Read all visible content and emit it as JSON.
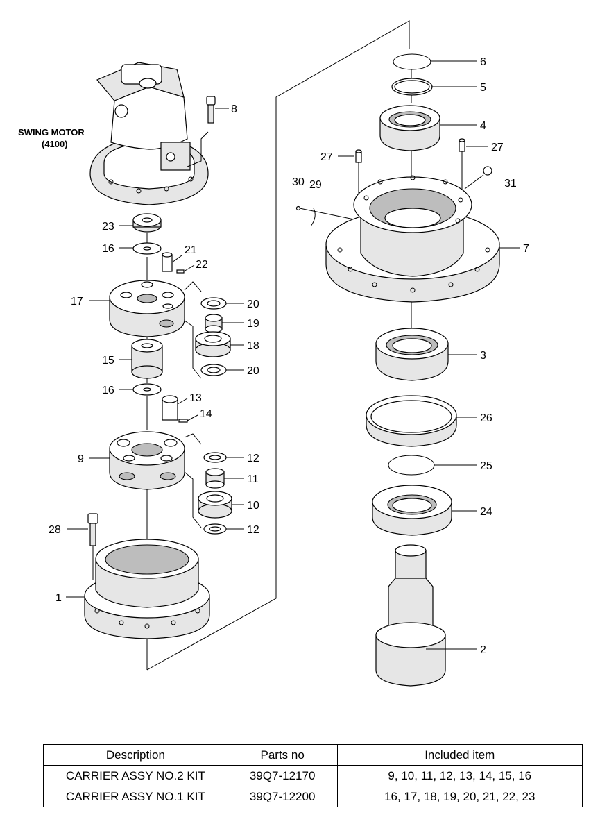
{
  "motor": {
    "label_line1": "SWING MOTOR",
    "label_line2": "(4100)"
  },
  "callouts": [
    {
      "id": "c1",
      "text": "1"
    },
    {
      "id": "c2",
      "text": "2"
    },
    {
      "id": "c3",
      "text": "3"
    },
    {
      "id": "c4",
      "text": "4"
    },
    {
      "id": "c5",
      "text": "5"
    },
    {
      "id": "c6",
      "text": "6"
    },
    {
      "id": "c7",
      "text": "7"
    },
    {
      "id": "c8",
      "text": "8"
    },
    {
      "id": "c9",
      "text": "9"
    },
    {
      "id": "c10",
      "text": "10"
    },
    {
      "id": "c11",
      "text": "11"
    },
    {
      "id": "c12a",
      "text": "12"
    },
    {
      "id": "c12b",
      "text": "12"
    },
    {
      "id": "c13",
      "text": "13"
    },
    {
      "id": "c14",
      "text": "14"
    },
    {
      "id": "c15",
      "text": "15"
    },
    {
      "id": "c16a",
      "text": "16"
    },
    {
      "id": "c16b",
      "text": "16"
    },
    {
      "id": "c17",
      "text": "17"
    },
    {
      "id": "c18",
      "text": "18"
    },
    {
      "id": "c19",
      "text": "19"
    },
    {
      "id": "c20a",
      "text": "20"
    },
    {
      "id": "c20b",
      "text": "20"
    },
    {
      "id": "c21",
      "text": "21"
    },
    {
      "id": "c22",
      "text": "22"
    },
    {
      "id": "c23",
      "text": "23"
    },
    {
      "id": "c24",
      "text": "24"
    },
    {
      "id": "c25",
      "text": "25"
    },
    {
      "id": "c26",
      "text": "26"
    },
    {
      "id": "c27a",
      "text": "27"
    },
    {
      "id": "c27b",
      "text": "27"
    },
    {
      "id": "c28",
      "text": "28"
    },
    {
      "id": "c29",
      "text": "29"
    },
    {
      "id": "c30",
      "text": "30"
    },
    {
      "id": "c31",
      "text": "31"
    }
  ],
  "kit_table": {
    "headers": {
      "description": "Description",
      "parts_no": "Parts no",
      "included": "Included item"
    },
    "rows": [
      {
        "description": "CARRIER ASSY NO.2 KIT",
        "parts_no": "39Q7-12170",
        "included": "9, 10, 11, 12, 13, 14, 15, 16"
      },
      {
        "description": "CARRIER ASSY NO.1 KIT",
        "parts_no": "39Q7-12200",
        "included": "16, 17, 18, 19, 20, 21, 22, 23"
      }
    ]
  }
}
